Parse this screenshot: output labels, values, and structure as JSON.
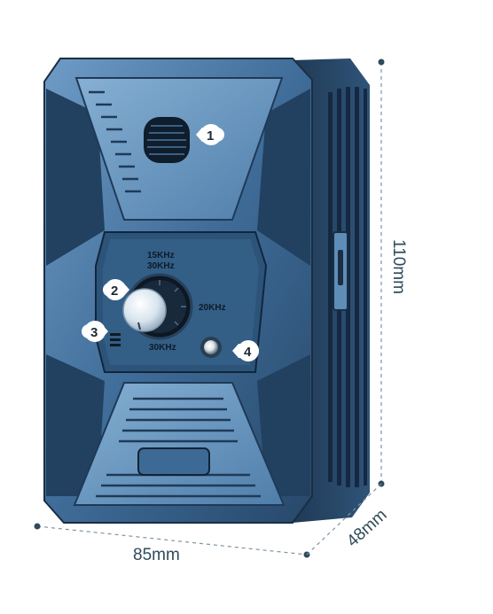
{
  "device": {
    "knob_labels": {
      "top_line1": "15KHz",
      "top_line2": "30KHz",
      "right": "20KHz",
      "bottom": "30KHz"
    },
    "callouts": [
      "1",
      "2",
      "3",
      "4"
    ]
  },
  "dimensions": {
    "width": "85mm",
    "height": "110mm",
    "depth": "48mm"
  },
  "colors": {
    "body_main": "#3f6f9c",
    "body_dark": "#1a2e44",
    "body_light": "#7aa5cc",
    "background": "#ffffff"
  }
}
